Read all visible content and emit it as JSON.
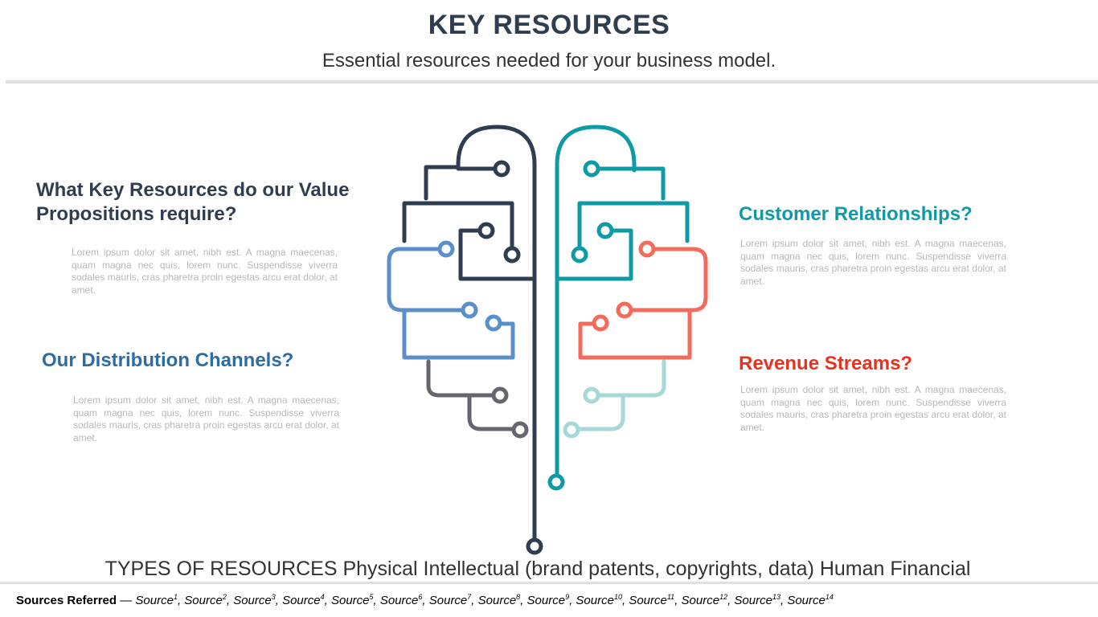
{
  "header": {
    "title": "KEY RESOURCES",
    "subtitle": "Essential resources needed for your business model."
  },
  "blocks": {
    "key_resources": {
      "heading_line1": "What Key Resources do our Value",
      "heading_line2": "Propositions require?",
      "color": "#2e3e50",
      "text": "Lorem ipsum dolor sit amet, nibh est. A magna maecenas, quam magna nec quis, lorem nunc. Suspendisse viverra sodales mauris, cras pharetra proin egestas arcu erat dolor, at amet."
    },
    "distribution": {
      "heading": "Our Distribution Channels?",
      "color": "#2e6ca4",
      "text": "Lorem ipsum dolor sit amet, nibh est. A magna maecenas, quam magna nec quis, lorem nunc. Suspendisse viverra sodales mauris, cras pharetra proin egestas arcu erat dolor, at amet."
    },
    "customer": {
      "heading": "Customer Relationships?",
      "color": "#0f9aa5",
      "text": "Lorem ipsum dolor sit amet, nibh est. A magna maecenas, quam magna nec quis, lorem nunc. Suspendisse viverra sodales mauris, cras pharetra proin egestas arcu erat dolor, at amet."
    },
    "revenue": {
      "heading": "Revenue Streams?",
      "color": "#e8321e",
      "text": "Lorem ipsum dolor sit amet, nibh est. A magna maecenas, quam magna nec quis, lorem nunc. Suspendisse viverra sodales mauris, cras pharetra proin egestas arcu erat dolor, at amet."
    }
  },
  "diagram": {
    "colors": {
      "dark": "#2e3e50",
      "blue": "#5b8fc9",
      "gray": "#66666e",
      "teal": "#0f9aa5",
      "coral": "#f26b5b",
      "light_teal": "#a6d7d9"
    }
  },
  "types_line": "TYPES OF RESOURCES Physical Intellectual (brand patents, copyrights, data) Human Financial",
  "sources": {
    "label": "Sources Referred",
    "separator": " — ",
    "word": "Source",
    "items": [
      "1",
      "2",
      "3",
      "4",
      "5",
      "6",
      "7",
      "8",
      "9",
      "10",
      "11",
      "12",
      "13",
      "14"
    ]
  }
}
